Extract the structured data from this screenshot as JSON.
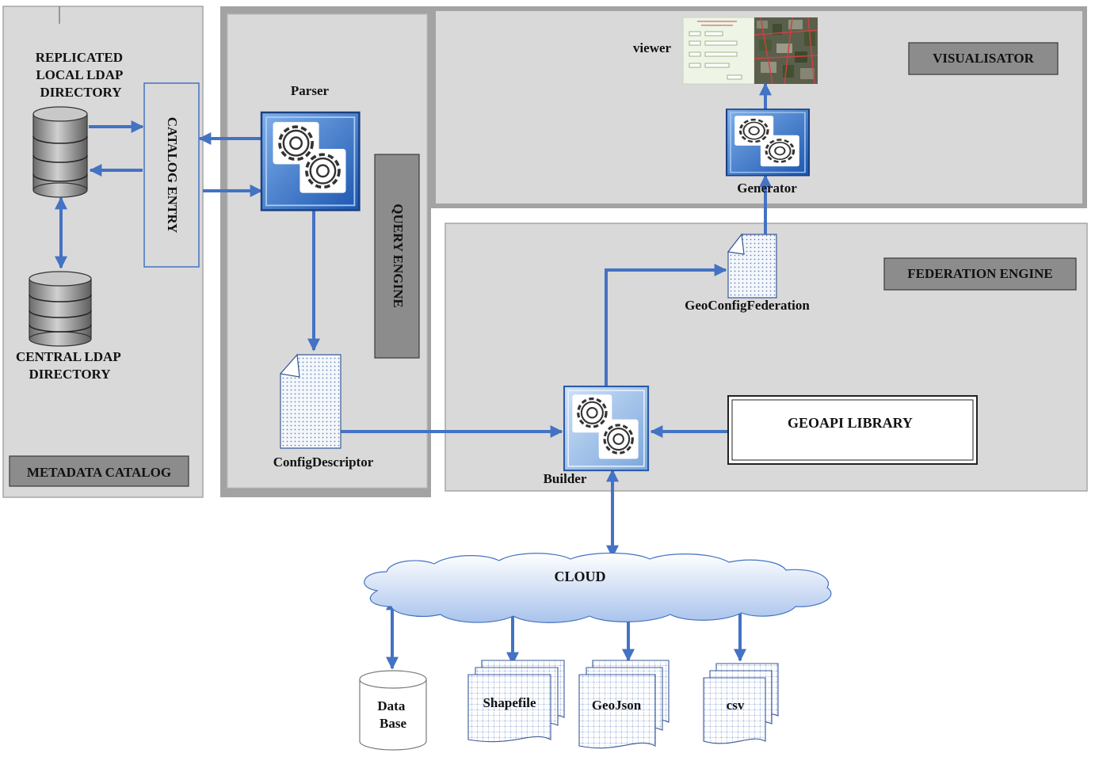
{
  "panels": {
    "metadata_catalog": "METADATA CATALOG",
    "query_engine": "QUERY ENGINE",
    "visualisator": "VISUALISATOR",
    "federation_engine": "FEDERATION ENGINE"
  },
  "nodes": {
    "replicated_ldap": [
      "REPLICATED",
      "LOCAL LDAP",
      "DIRECTORY"
    ],
    "central_ldap": [
      "CENTRAL LDAP",
      "DIRECTORY"
    ],
    "catalog_entry": "CATALOG ENTRY",
    "parser": "Parser",
    "config_descriptor": "ConfigDescriptor",
    "builder": "Builder",
    "geoapi_library": "GEOAPI LIBRARY",
    "geo_config_federation": "GeoConfigFederation",
    "generator": "Generator",
    "viewer": "viewer",
    "cloud": "CLOUD",
    "database": [
      "Data",
      "Base"
    ],
    "shapefile": "Shapefile",
    "geojson": "GeoJson",
    "csv": "csv"
  },
  "colors": {
    "arrow": "#4472c4",
    "panel_fill": "#d9d9d9",
    "panel_border": "#a6a6a6",
    "label_box": "#8c8c8c",
    "gear_box": "#2e6fc9"
  }
}
